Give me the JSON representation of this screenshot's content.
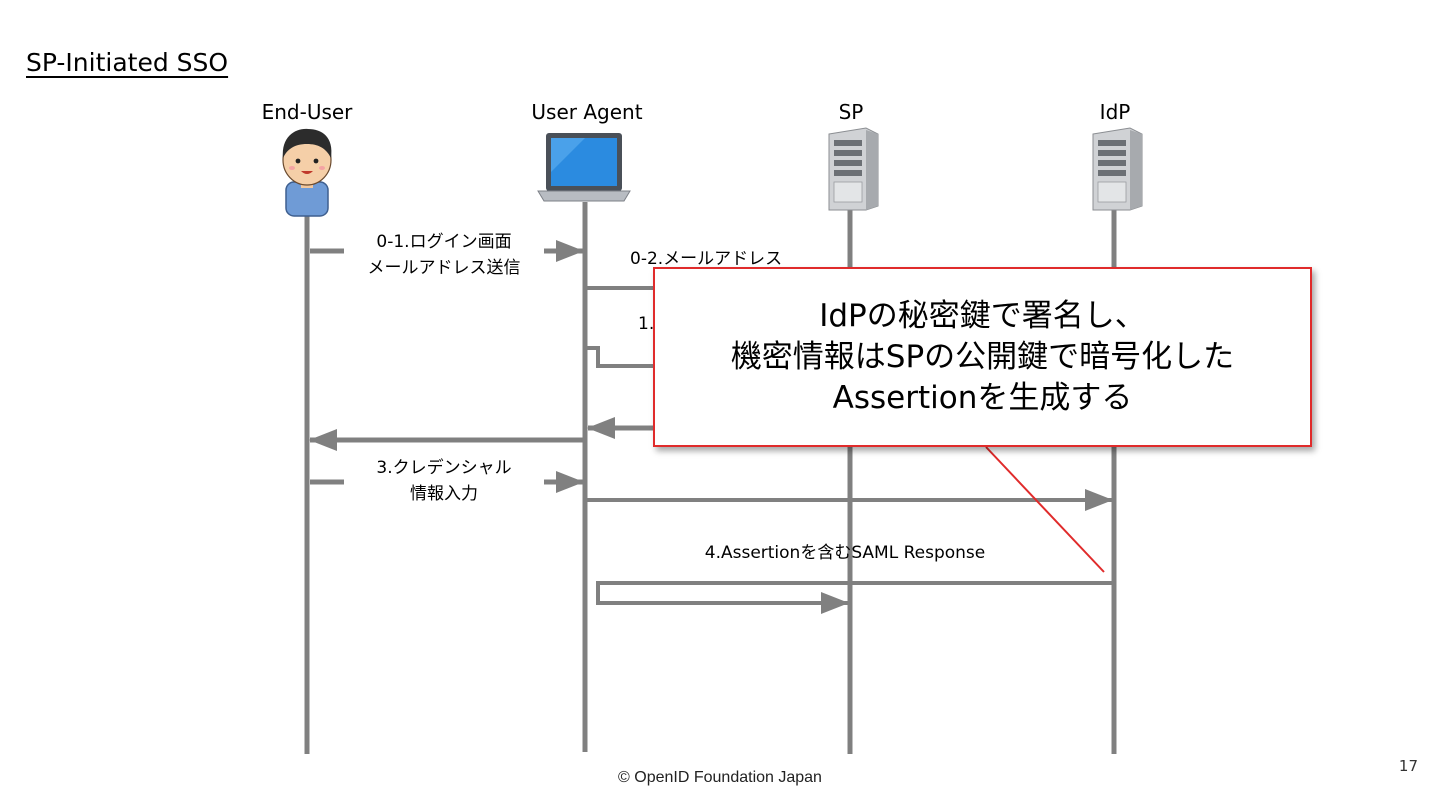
{
  "title": "SP-Initiated SSO",
  "actors": [
    {
      "name": "End-User",
      "icon": "person-icon"
    },
    {
      "name": "User Agent",
      "icon": "laptop-icon"
    },
    {
      "name": "SP",
      "icon": "server-icon"
    },
    {
      "name": "IdP",
      "icon": "server-icon"
    }
  ],
  "messages": [
    {
      "line1": "0-1.ログイン画面",
      "line2": "メールアドレス送信"
    },
    {
      "line1": "0-2.メールアドレス"
    },
    {
      "line1": "1."
    },
    {
      "line1": "3.クレデンシャル",
      "line2": "情報入力"
    },
    {
      "line1": "4.Assertionを含むSAML Response"
    }
  ],
  "callout": {
    "line1": "IdPの秘密鍵で署名し、",
    "line2": "機密情報はSPの公開鍵で暗号化した",
    "line3": "Assertionを生成する",
    "border_color": "#e02b2b"
  },
  "footer": "© OpenID Foundation Japan",
  "page_number": "17",
  "colors": {
    "lifeline": "#808080",
    "pointer": "#e02b2b"
  }
}
